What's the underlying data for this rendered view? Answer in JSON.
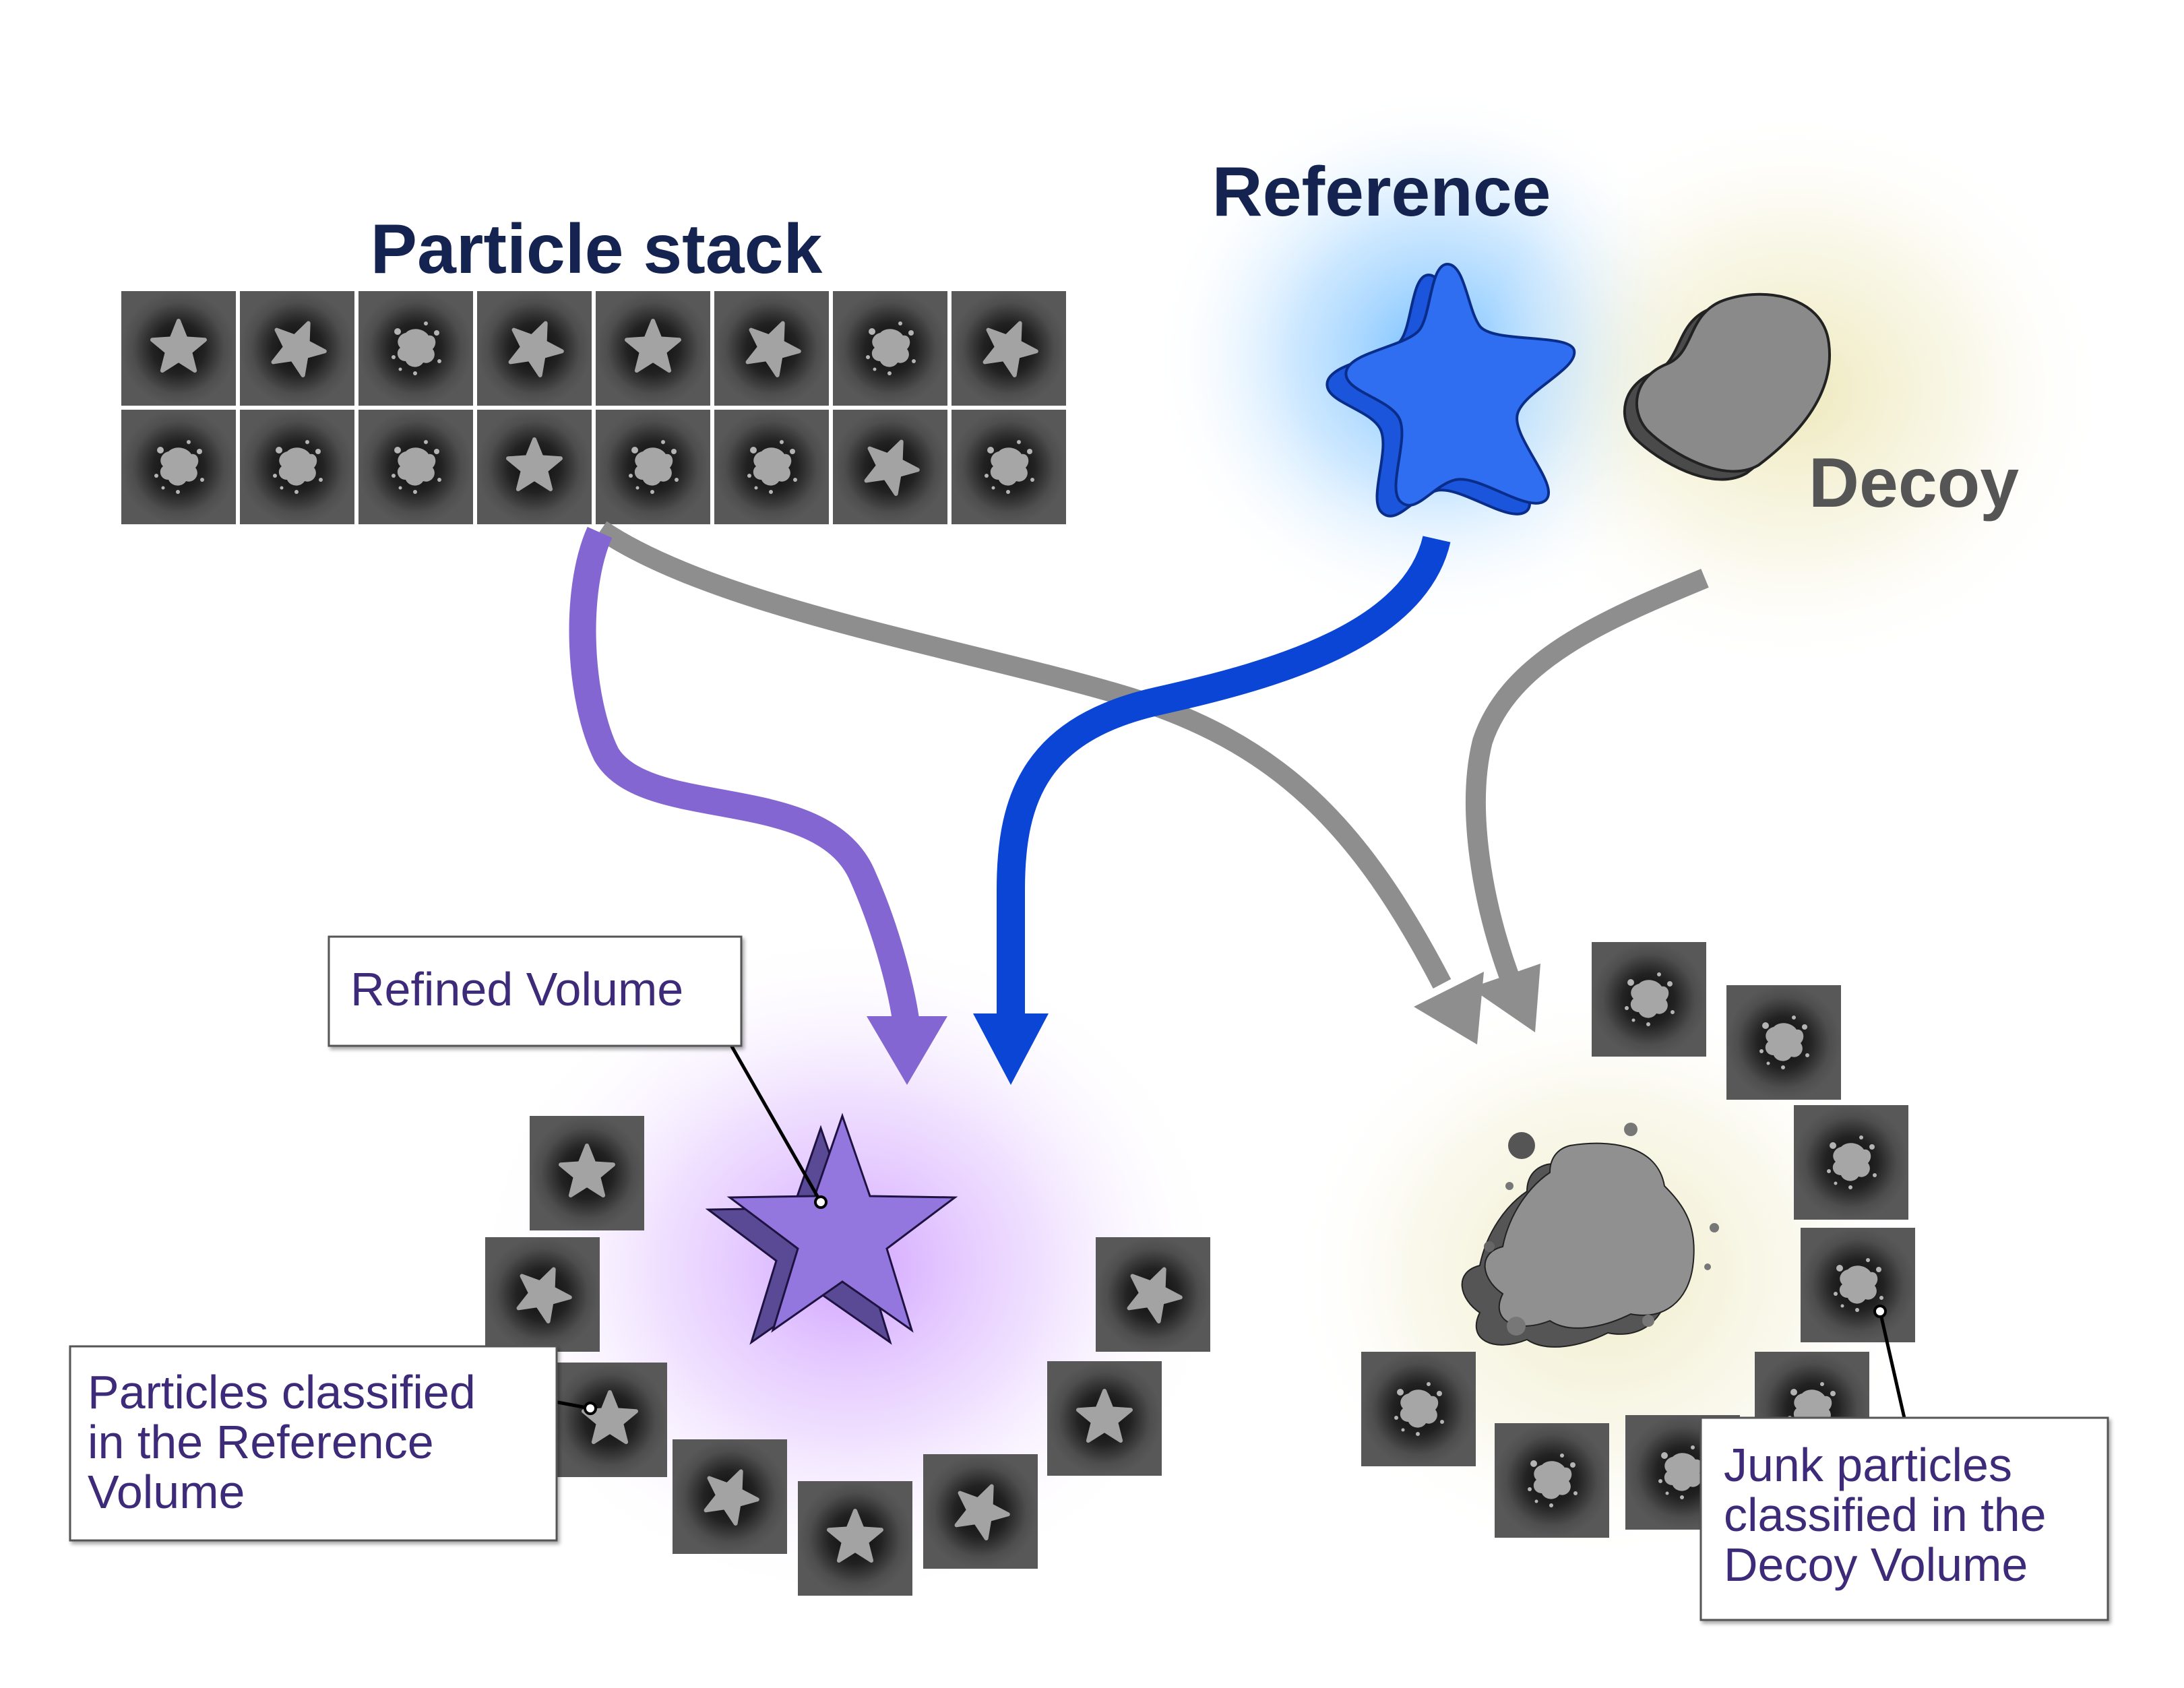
{
  "titles": {
    "particle_stack": "Particle stack",
    "reference": "Reference",
    "decoy": "Decoy"
  },
  "callouts": {
    "refined_volume": "Refined Volume",
    "reference_particles": [
      "Particles classified",
      "in the Reference",
      "Volume"
    ],
    "decoy_particles": [
      "Junk particles",
      "classified in the",
      "Decoy Volume"
    ]
  },
  "particle_stack": {
    "row1": [
      "star",
      "star",
      "junk",
      "star",
      "star",
      "star",
      "junk",
      "star"
    ],
    "row2": [
      "junk",
      "junk",
      "junk",
      "star",
      "junk",
      "junk",
      "star",
      "junk"
    ]
  },
  "colors": {
    "title_navy": "#14234f",
    "decoy_gray": "#555555",
    "reference_blue": "#2f6ef0",
    "flow_blue": "#0a45d6",
    "flow_purple": "#8466d2",
    "flow_gray": "#8e8e8e",
    "refined_purple": "#9477de",
    "callout_text": "#3d2a78"
  }
}
